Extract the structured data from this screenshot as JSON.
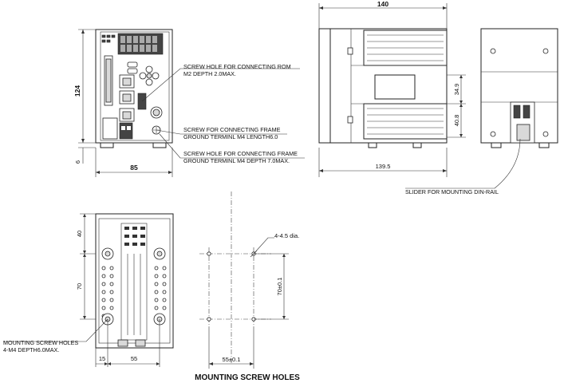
{
  "dimensions": {
    "front_height": "124",
    "front_bottom": "6",
    "front_width": "85",
    "side_width": "140",
    "side_depth": "139.5",
    "side_upper": "34.9",
    "side_lower": "40.8",
    "bottom_top": "40",
    "bottom_mid": "70",
    "bottom_w1": "15",
    "bottom_w2": "55",
    "holes_dia": "4-4.5 dia.",
    "holes_v": "70±0.1",
    "holes_h": "55±0.1"
  },
  "callouts": {
    "rom_hole_l1": "SCREW HOLE FOR CONNECTING ROM",
    "rom_hole_l2": "M2 DEPTH 2.0MAX.",
    "frame_screw_l1": "SCREW FOR CONNECTING FRAME",
    "frame_screw_l2": "GROUND TERMINL M4 LENGTH6.0",
    "frame_hole_l1": "SCREW HOLE FOR CONNECTING FRAME",
    "frame_hole_l2": "GROUND TERMINL M4 DEPTH 7.0MAX.",
    "slider": "SLIDER FOR MOUNTING DIN-RAIL",
    "mount_l1": "MOUNTING SCREW HOLES",
    "mount_l2": "4-M4 DEPTH6.0MAX."
  },
  "titles": {
    "mounting": "MOUNTING SCREW HOLES"
  }
}
